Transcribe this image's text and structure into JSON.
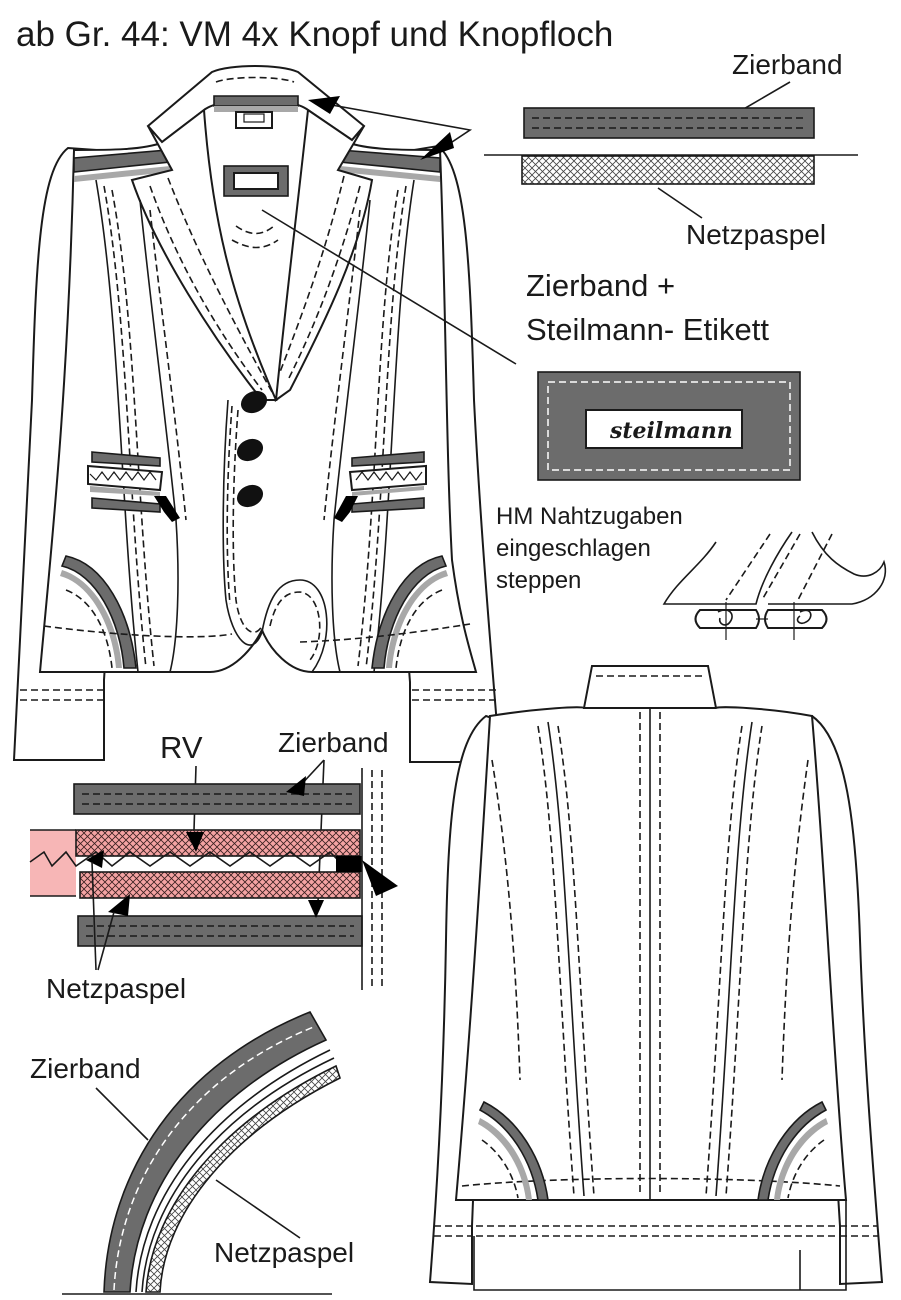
{
  "title": "ab Gr. 44: VM 4x Knopf und Knopfloch",
  "labels": {
    "zierband_top": "Zierband",
    "netzpaspel_top": "Netzpaspel",
    "zierband_etikett_1": "Zierband +",
    "zierband_etikett_2": "Steilmann- Etikett",
    "label_brand": "steilmann",
    "hm_note_1": "HM Nahtzugaben",
    "hm_note_2": "eingeschlagen",
    "hm_note_3": "steppen",
    "rv": "RV",
    "zierband_mid": "Zierband",
    "netzpaspel_mid": "Netzpaspel",
    "zierband_bottom": "Zierband",
    "netzpaspel_bottom": "Netzpaspel"
  },
  "colors": {
    "ink": "#1a1a1a",
    "zierband_fill": "#6c6c6c",
    "zierband_light": "#a8a8a8",
    "netzpaspel_red": "#f4a3a3",
    "netzpaspel_red_light": "#f7b6b6",
    "background": "#ffffff"
  },
  "icons": [
    "arrow-pointer-icon",
    "button-icon",
    "zipper-icon",
    "brand-label-icon"
  ]
}
